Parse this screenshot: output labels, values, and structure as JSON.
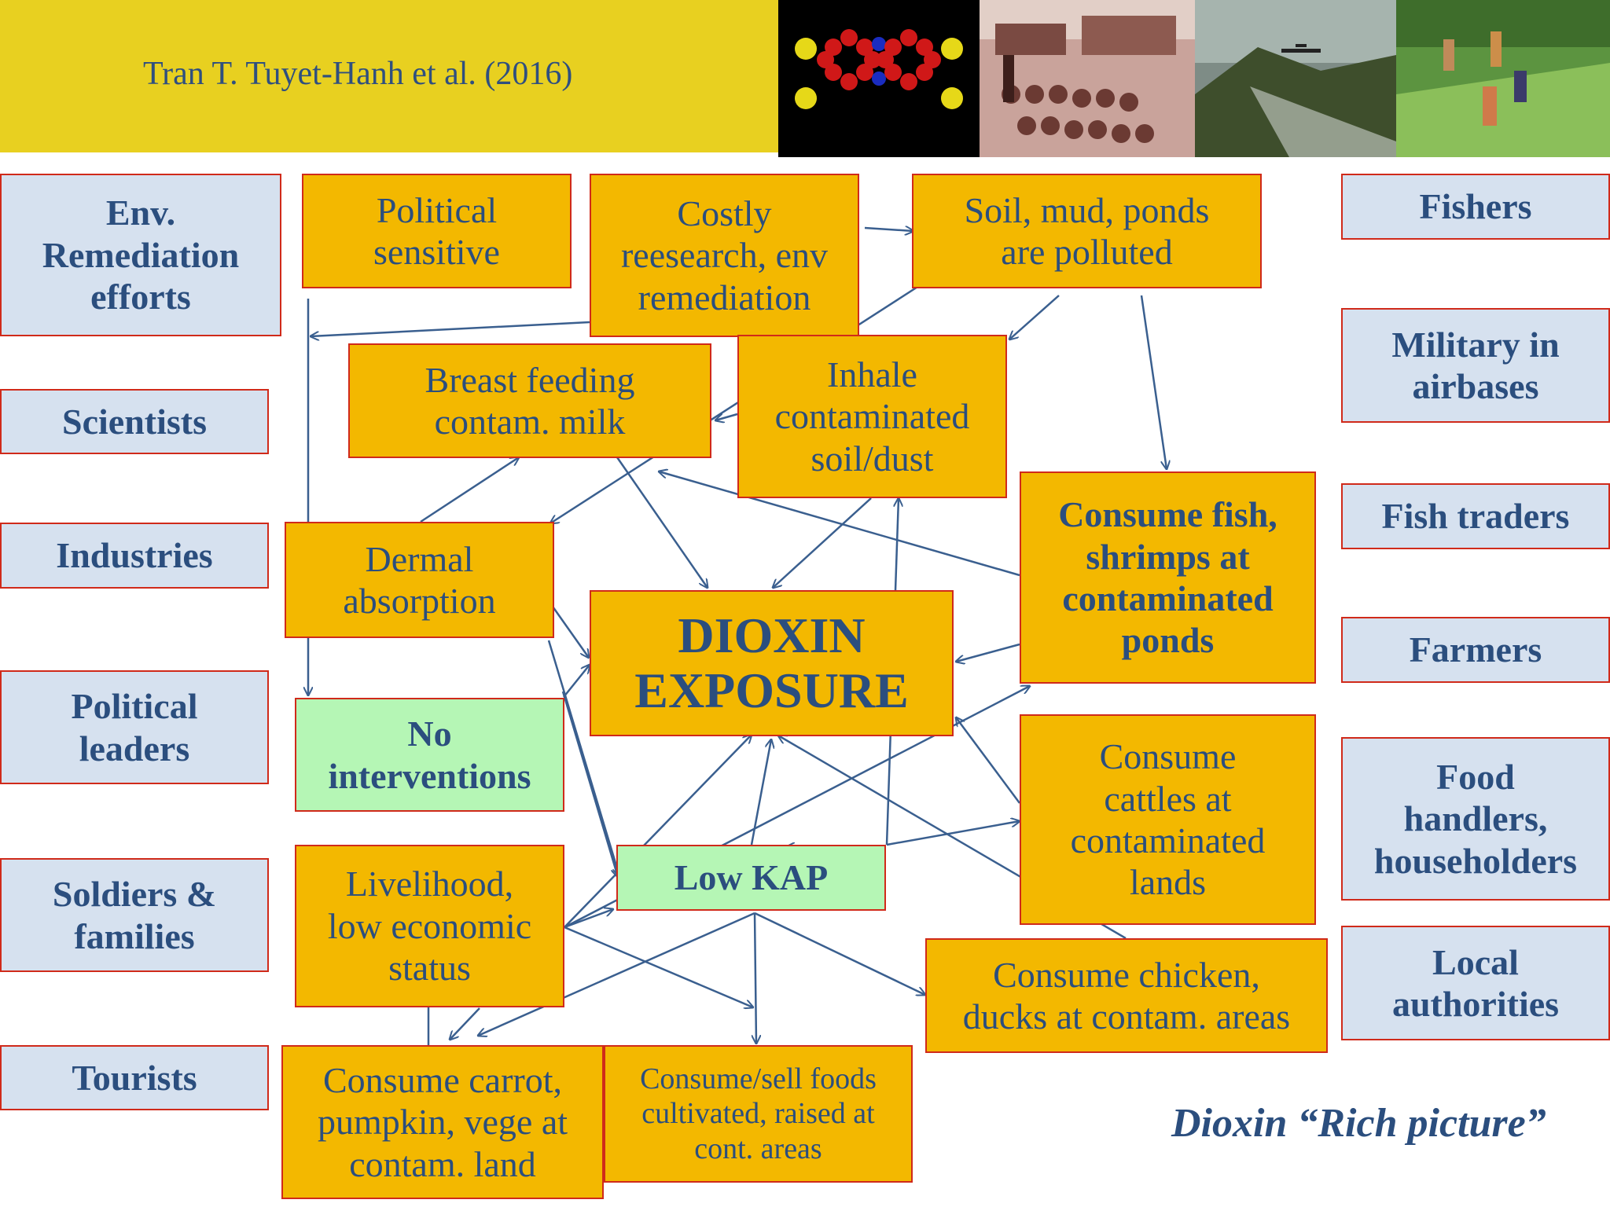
{
  "header": {
    "citation": "Tran T. Tuyet-Hanh et al. (2016)",
    "photos": [
      "dioxin-molecule-image",
      "barrel-depot-photo",
      "aircraft-spraying-photo",
      "field-workers-photo"
    ]
  },
  "stakeholders_left": [
    "Env.\nRemediation\nefforts",
    "Scientists",
    "Industries",
    "Political\nleaders",
    "Soldiers &\nfamilies",
    "Tourists"
  ],
  "stakeholders_right": [
    "Fishers",
    "Military in\nairbases",
    "Fish traders",
    "Farmers",
    "Food\nhandlers,\nhouseholders",
    "Local\nauthorities"
  ],
  "factors": {
    "political_sensitive": "Political\nsensitive",
    "costly_research": "Costly\nreesearch, env\nremediation",
    "soil_polluted": "Soil, mud, ponds\nare polluted",
    "breast_feeding": "Breast feeding\ncontam. milk",
    "inhale": "Inhale\ncontaminated\nsoil/dust",
    "dermal": "Dermal\nabsorption",
    "consume_fish": "Consume fish,\nshrimps at\ncontaminated\nponds",
    "dioxin_exposure": "DIOXIN\nEXPOSURE",
    "no_interventions": "No\ninterventions",
    "consume_cattles": "Consume\ncattles at\ncontaminated\nlands",
    "livelihood": "Livelihood,\nlow economic\nstatus",
    "low_kap": "Low KAP",
    "consume_chicken": "Consume chicken,\nducks at contam. areas",
    "consume_carrot": "Consume carrot,\npumpkin, vege at\ncontam. land",
    "consume_sell_foods": "Consume/sell foods\ncultivated, raised at\ncont. areas"
  },
  "caption": "Dioxin  “Rich picture”",
  "colors": {
    "header_band": "#e8d020",
    "stakeholder_fill": "#d6e1ef",
    "factor_fill": "#f3b800",
    "intervention_fill": "#b5f6b5",
    "box_border": "#d02a1a",
    "text": "#2b4e7e",
    "arrow": "#3a5f8f"
  }
}
